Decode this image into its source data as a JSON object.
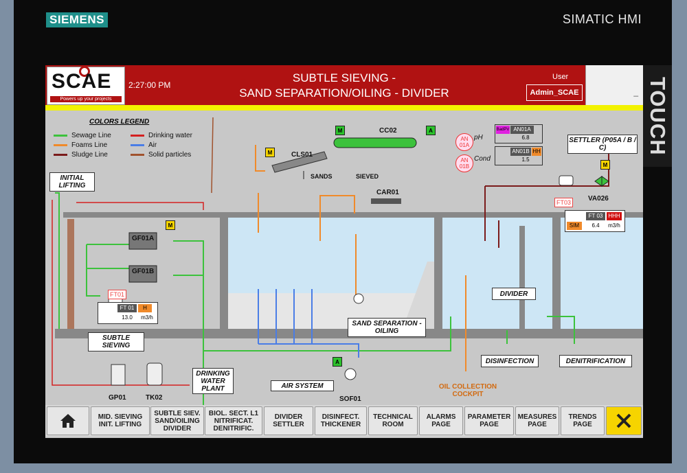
{
  "brand": "SIEMENS",
  "device": "SIMATIC HMI",
  "touch": "TOUCH",
  "header": {
    "time": "2:27:00 PM",
    "title_line1": "SUBTLE SIEVING -",
    "title_line2": "SAND SEPARATION/OILING - DIVIDER",
    "user_label": "User",
    "user_value": "Admin_SCAE",
    "logo_text": "SCAE",
    "logo_tagline": "Powers up your projects"
  },
  "legend": {
    "title": "COLORS LEGEND",
    "items": [
      {
        "label": "Sewage Line",
        "color": "#3cc23c"
      },
      {
        "label": "Foams Line",
        "color": "#f08a2a"
      },
      {
        "label": "Sludge Line",
        "color": "#7a1a1a"
      },
      {
        "label": "Drinking water",
        "color": "#d42020"
      },
      {
        "label": "Air",
        "color": "#4a7de6"
      },
      {
        "label": "Solid particles",
        "color": "#a0522d"
      }
    ]
  },
  "labels": {
    "initial_lifting": "INITIAL LIFTING",
    "subtle_sieving": "SUBTLE SIEVING",
    "drinking_plant": "DRINKING WATER PLANT",
    "air_system": "AIR SYSTEM",
    "sand_sep": "SAND SEPARATION - OILING",
    "divider": "DIVIDER",
    "disinfection": "DISINFECTION",
    "denitrification": "DENITRIFICATION",
    "settler": "SETTLER (P05A / B / C)",
    "oil": "OIL COLLECTION COCKPIT",
    "cc02": "CC02",
    "cls01": "CLS01",
    "car01": "CAR01",
    "gf01a": "GF01A",
    "gf01b": "GF01B",
    "gp01": "GP01",
    "tk02": "TK02",
    "sof01": "SOF01",
    "va026": "VA026",
    "sands": "SANDS",
    "sieved": "SIEVED",
    "ph": "pH",
    "cond": "Cond",
    "an01a": "AN 01A",
    "an01b": "AN 01B"
  },
  "ft01": {
    "tag": "FT01",
    "name": "FT 01",
    "alarm": "H",
    "value": "13.0",
    "unit": "m3/h"
  },
  "ft03": {
    "tag": "FT03",
    "name": "FT 03",
    "alarm": "HHH",
    "sim": "SIM",
    "value": "6.4",
    "unit": "m3/h"
  },
  "an01a": {
    "badge": "BadPV",
    "name": "AN01A",
    "value": "6.8"
  },
  "an01b": {
    "name": "AN01B",
    "alarm": "HH",
    "value": "1.5"
  },
  "badges": {
    "m": "M",
    "a": "A"
  },
  "nav": [
    {
      "label": "",
      "icon": "home-icon"
    },
    {
      "label": "MID. SIEVING INIT. LIFTING"
    },
    {
      "label": "SUBTLE SIEV. SAND/OILING DIVIDER"
    },
    {
      "label": "BIOL. SECT. L1 NITRIFICAT. DENITRIFIC."
    },
    {
      "label": "DIVIDER SETTLER"
    },
    {
      "label": "DISINFECT. THICKENER"
    },
    {
      "label": "TECHNICAL ROOM"
    },
    {
      "label": "ALARMS PAGE"
    },
    {
      "label": "PARAMETER PAGE"
    },
    {
      "label": "MEASURES PAGE"
    },
    {
      "label": "TRENDS PAGE"
    },
    {
      "label": "",
      "icon": "tools-icon"
    }
  ]
}
